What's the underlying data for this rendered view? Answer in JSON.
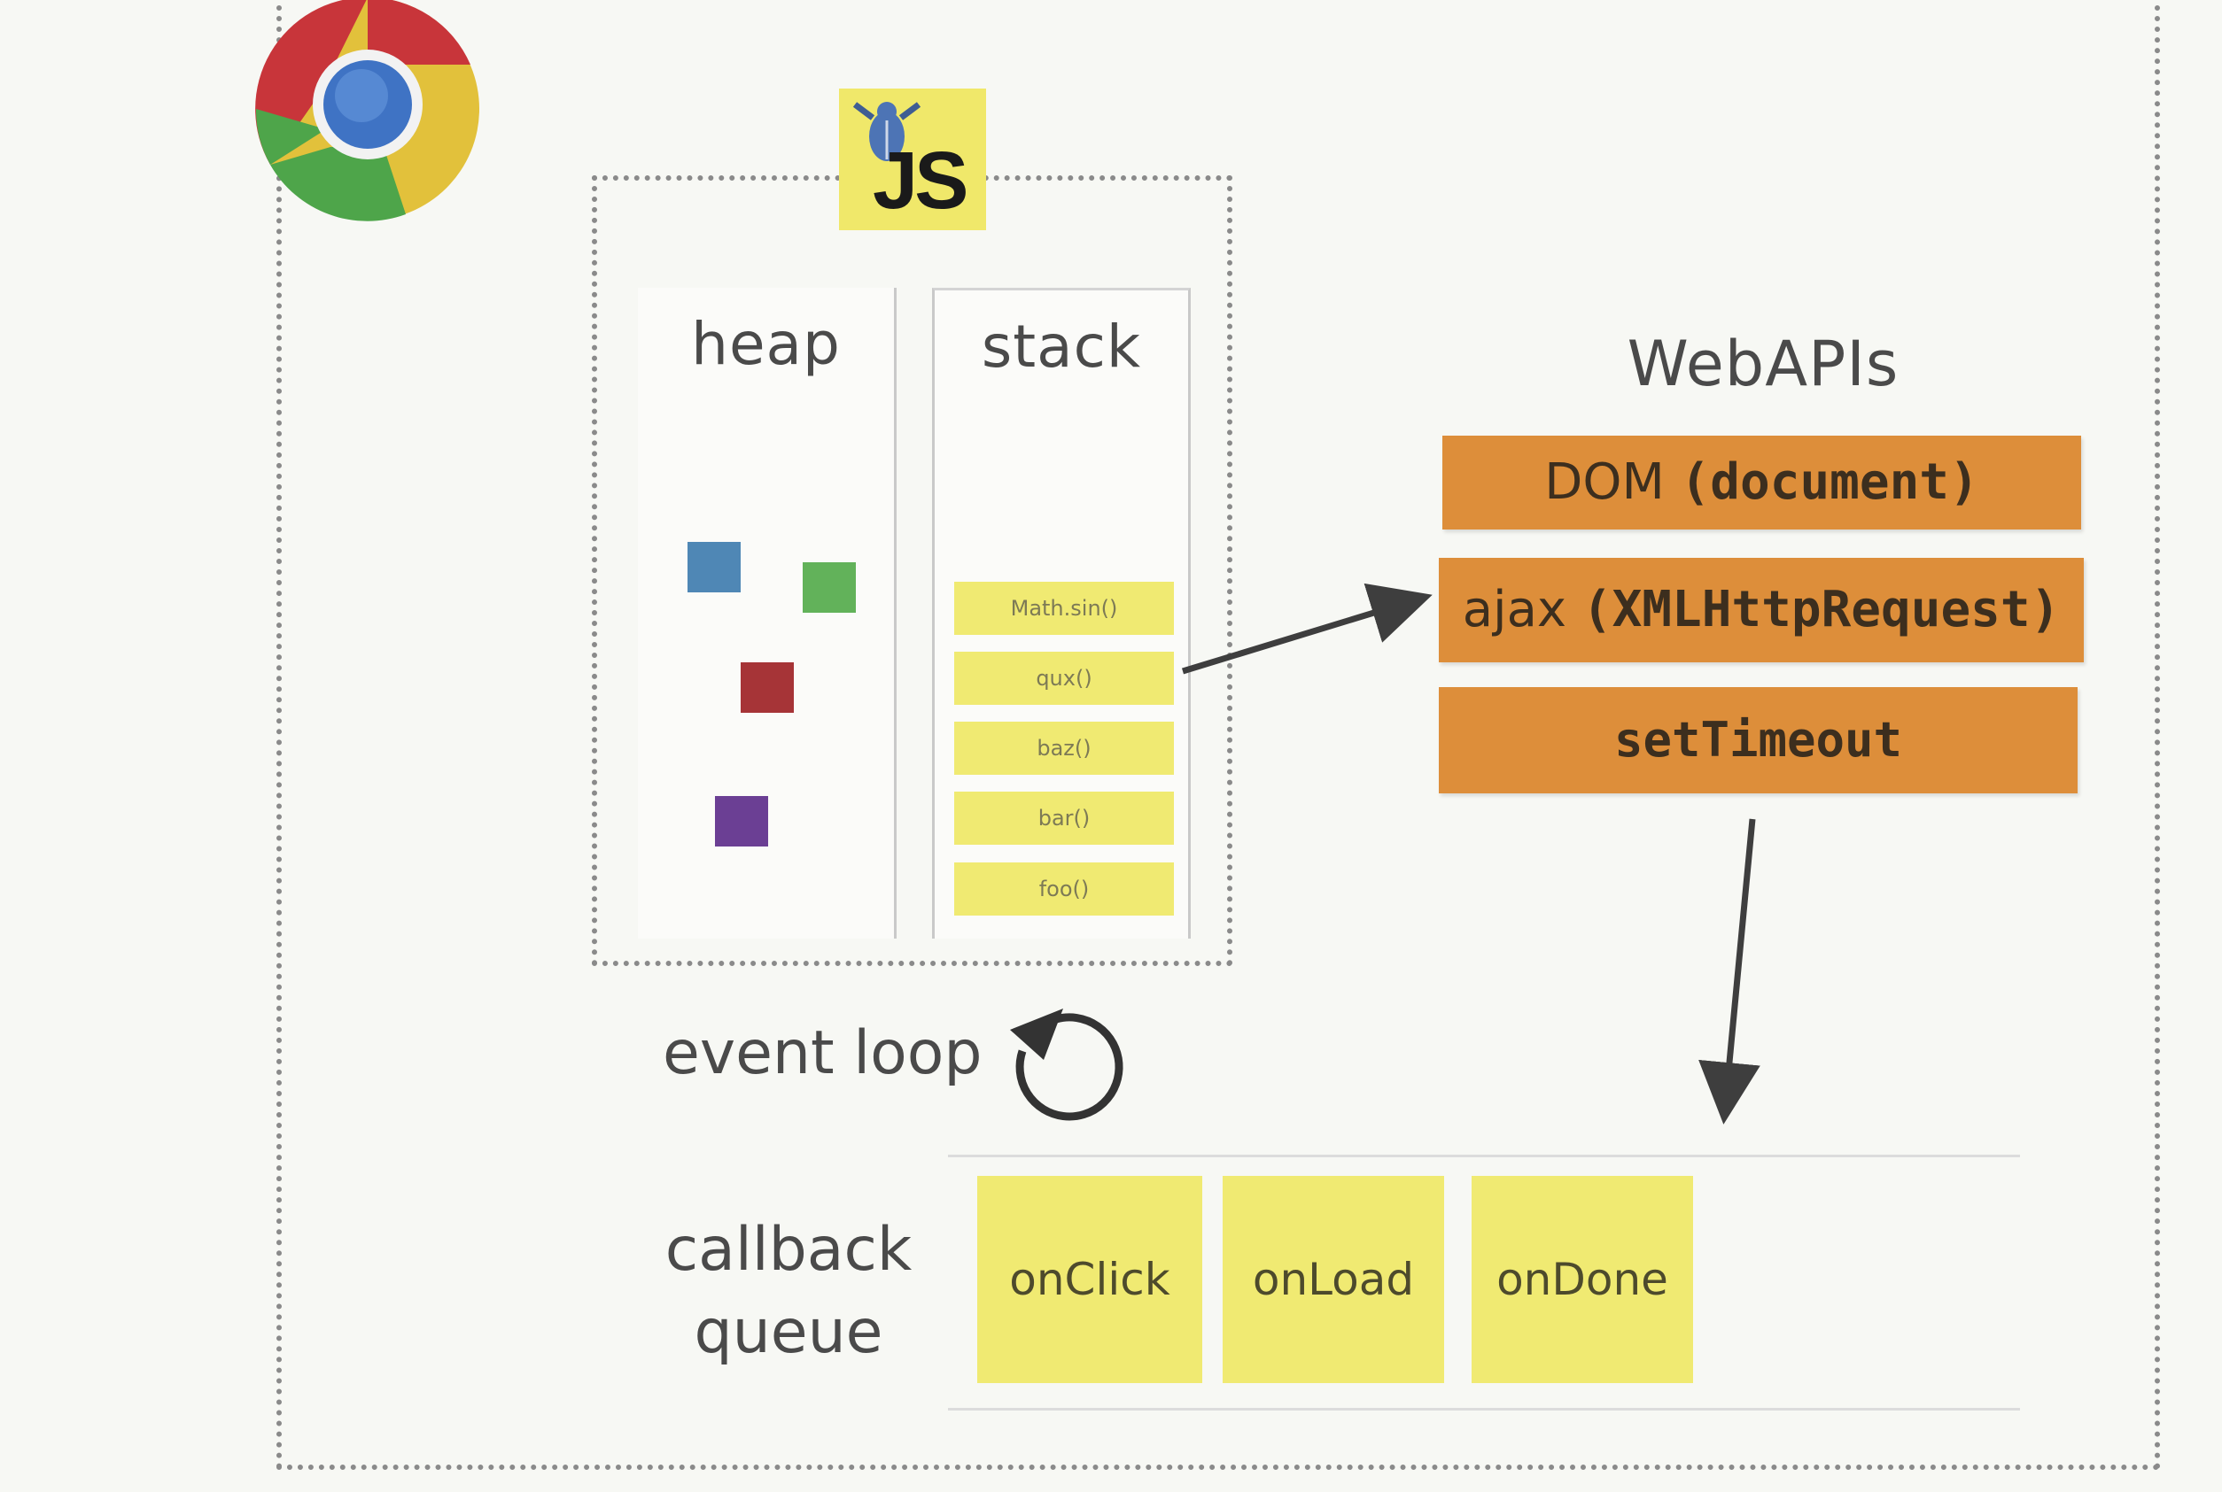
{
  "engine": {
    "logo_text": "JS",
    "heap_title": "heap",
    "stack_title": "stack",
    "heap_object_colors": [
      "#4f87b5",
      "#62b25a",
      "#a63437",
      "#6b3f94"
    ],
    "stack_frames": [
      "Math.sin()",
      "qux()",
      "baz()",
      "bar()",
      "foo()"
    ]
  },
  "webapis": {
    "title": "WebAPIs",
    "dom_label": "DOM",
    "dom_arg": "(document)",
    "ajax_label": "ajax",
    "ajax_arg": "(XMLHttpRequest)",
    "timeout_label": "setTimeout"
  },
  "event_loop": {
    "label": "event loop"
  },
  "callback_queue": {
    "label_line1": "callback",
    "label_line2": "queue",
    "items": [
      "onClick",
      "onLoad",
      "onDone"
    ]
  },
  "colors": {
    "stack_frame": "#f0ea72",
    "webapi_box": "#dd8e3a",
    "js_logo": "#f0e86a"
  }
}
